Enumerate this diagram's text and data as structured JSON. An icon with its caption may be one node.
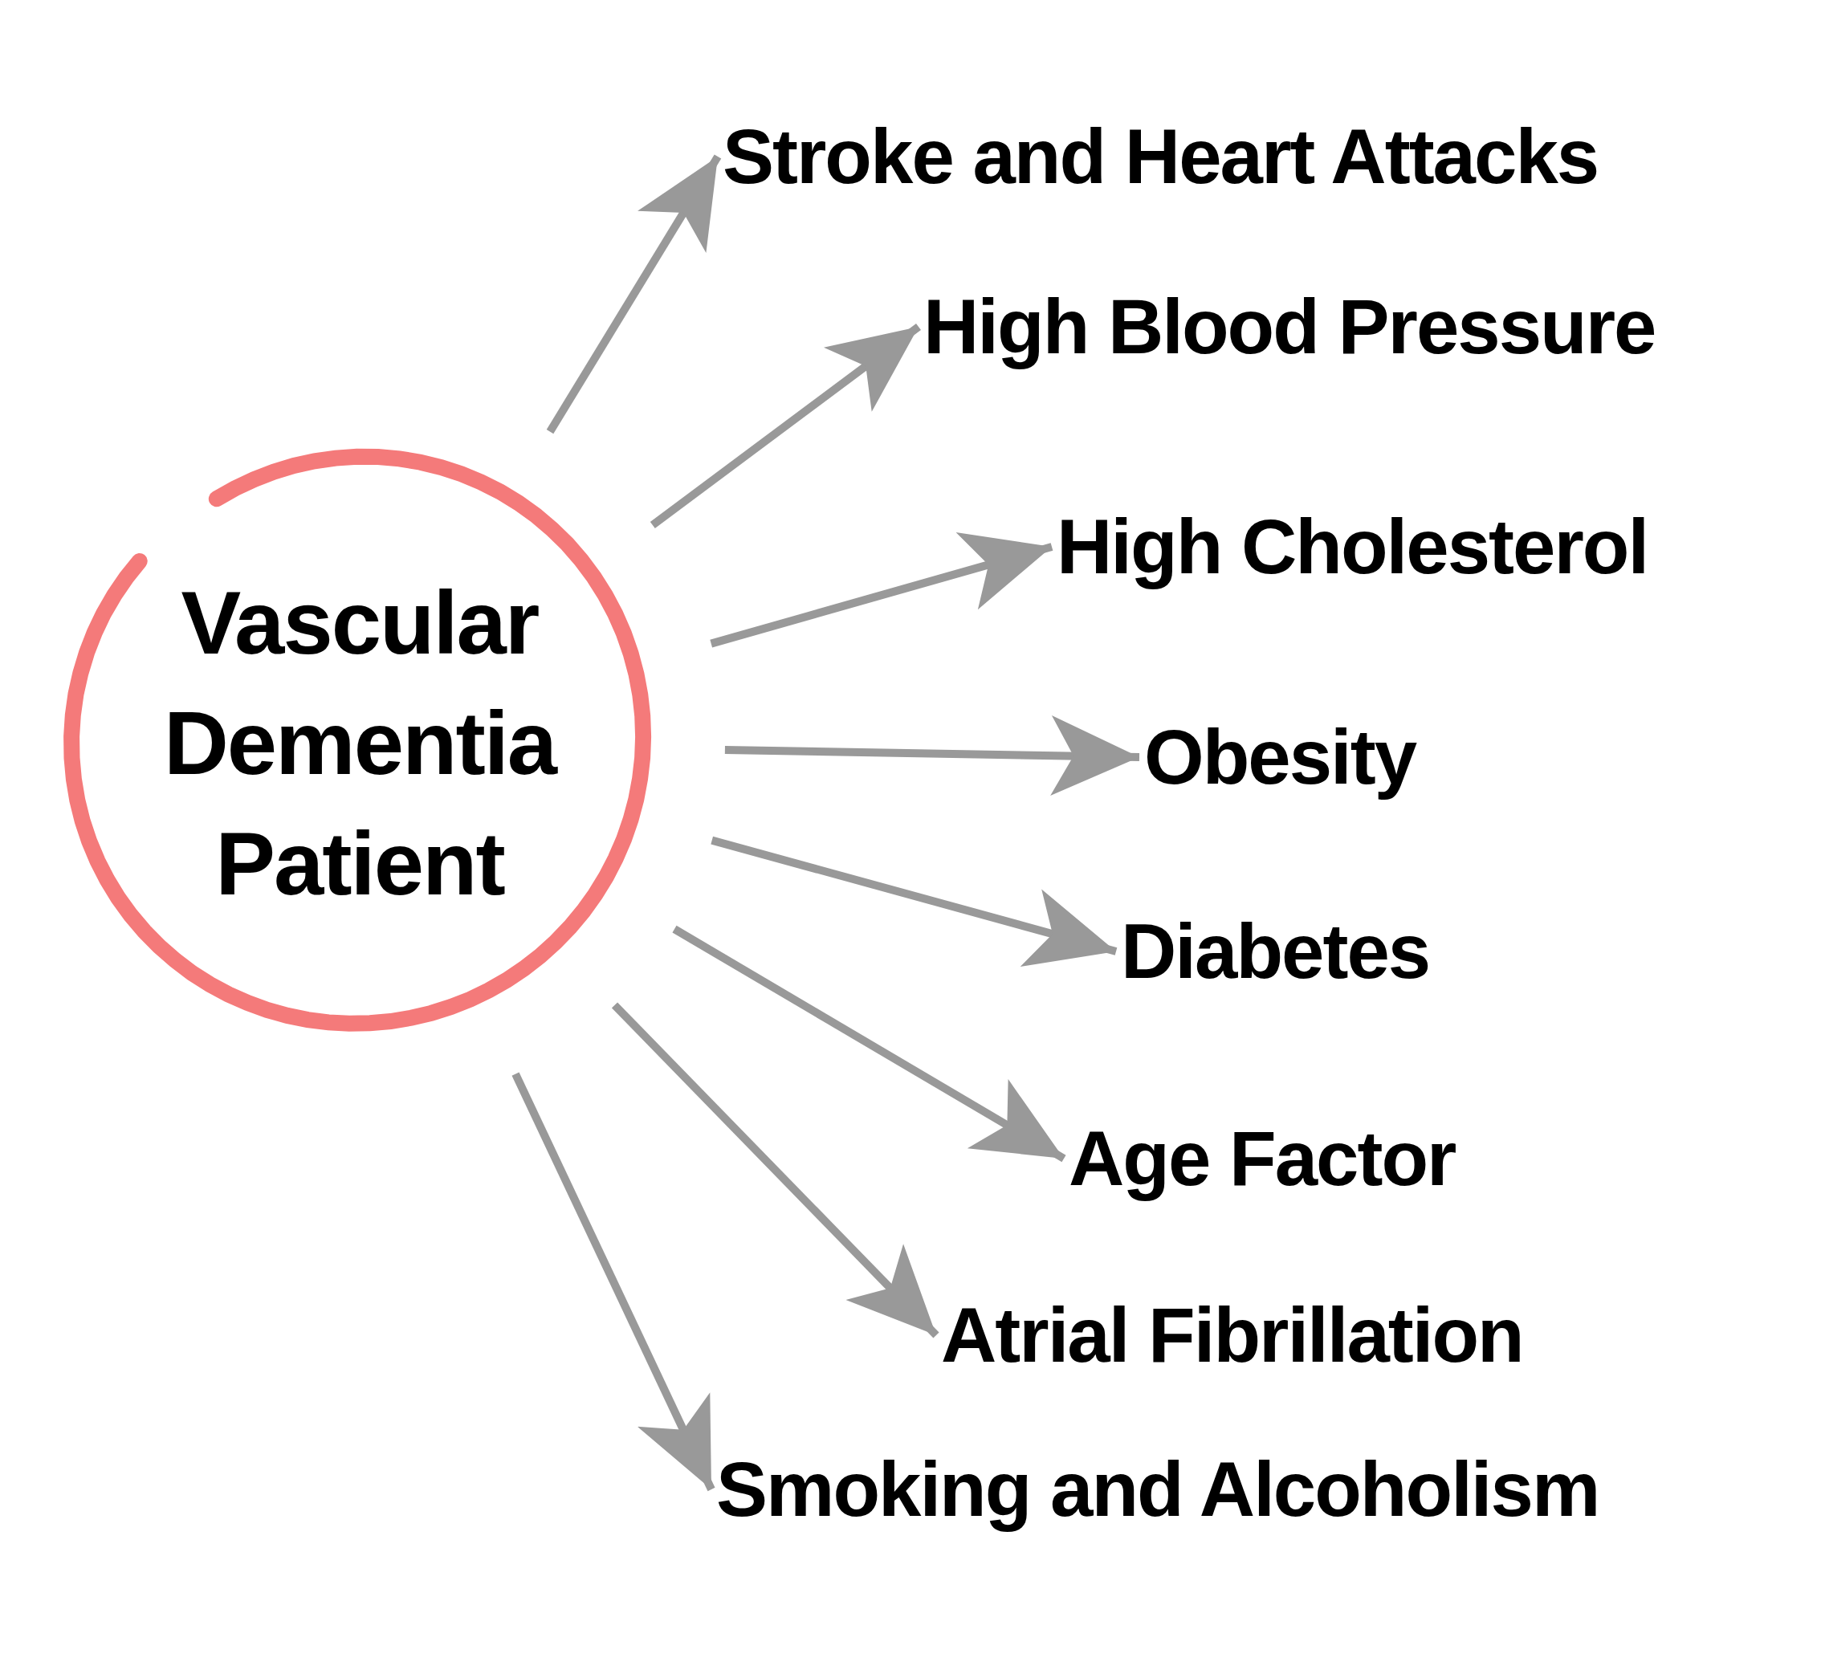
{
  "diagram": {
    "nodes": [
      {
        "text": [
          "Vascular Dementia Patient"
        ]
      },
      {
        "text": [
          "Stroke and Heart Attacks"
        ]
      },
      {
        "text": [
          "High Blood Pressure"
        ]
      },
      {
        "text": [
          "High Cholesterol"
        ]
      },
      {
        "text": [
          "Obesity"
        ]
      },
      {
        "text": [
          "Diabetes"
        ]
      },
      {
        "text": [
          "Age Factor"
        ]
      },
      {
        "text": [
          "Atrial Fibrillation"
        ]
      },
      {
        "text": [
          "Smoking and Alcoholism"
        ]
      }
    ],
    "edges": [
      {
        "from": 0,
        "to": 1,
        "arrow": "to"
      },
      {
        "from": 0,
        "to": 2,
        "arrow": "to"
      },
      {
        "from": 0,
        "to": 3,
        "arrow": "to"
      },
      {
        "from": 0,
        "to": 4,
        "arrow": "to"
      },
      {
        "from": 0,
        "to": 5,
        "arrow": "to"
      },
      {
        "from": 0,
        "to": 6,
        "arrow": "to"
      },
      {
        "from": 0,
        "to": 7,
        "arrow": "to"
      },
      {
        "from": 0,
        "to": 8,
        "arrow": "to"
      }
    ]
  }
}
